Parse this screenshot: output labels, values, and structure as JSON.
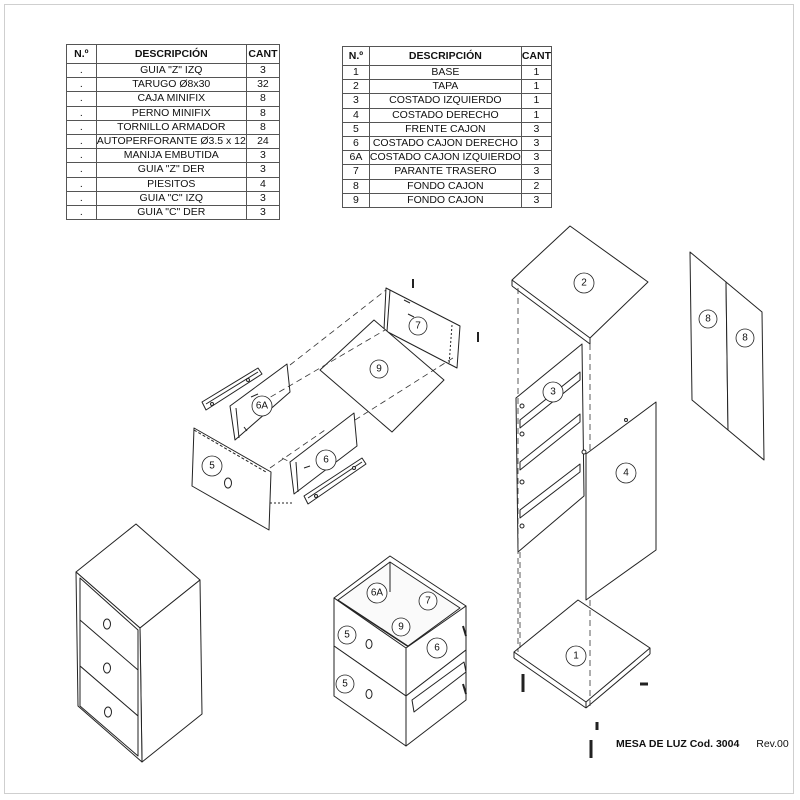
{
  "table_left": {
    "headers": [
      "N.º",
      "DESCRIPCIÓN",
      "CANT"
    ],
    "rows": [
      [
        ".",
        "GUIA \"Z\" IZQ",
        "3"
      ],
      [
        ".",
        "TARUGO Ø8x30",
        "32"
      ],
      [
        ".",
        "CAJA MINIFIX",
        "8"
      ],
      [
        ".",
        "PERNO MINIFIX",
        "8"
      ],
      [
        ".",
        "TORNILLO ARMADOR",
        "8"
      ],
      [
        ".",
        "AUTOPERFORANTE  Ø3.5 x 12",
        "24"
      ],
      [
        ".",
        "MANIJA EMBUTIDA",
        "3"
      ],
      [
        ".",
        "GUIA \"Z\" DER",
        "3"
      ],
      [
        ".",
        "PIESITOS",
        "4"
      ],
      [
        ".",
        "GUIA \"C\"  IZQ",
        "3"
      ],
      [
        ".",
        "GUIA \"C\"  DER",
        "3"
      ]
    ]
  },
  "table_right": {
    "headers": [
      "N.º",
      "DESCRIPCIÓN",
      "CANT"
    ],
    "rows": [
      [
        "1",
        "BASE",
        "1"
      ],
      [
        "2",
        "TAPA",
        "1"
      ],
      [
        "3",
        "COSTADO IZQUIERDO",
        "1"
      ],
      [
        "4",
        "COSTADO DERECHO",
        "1"
      ],
      [
        "5",
        "FRENTE CAJON",
        "3"
      ],
      [
        "6",
        "COSTADO CAJON DERECHO",
        "3"
      ],
      [
        "6A",
        "COSTADO CAJON IZQUIERDO",
        "3"
      ],
      [
        "7",
        "PARANTE TRASERO",
        "3"
      ],
      [
        "8",
        "FONDO CAJON",
        "2"
      ],
      [
        "9",
        "FONDO CAJON",
        "3"
      ]
    ]
  },
  "callouts": {
    "drawer_front": "5",
    "drawer_left_side": "6A",
    "drawer_right_side": "6",
    "drawer_back": "7",
    "drawer_bottom": "9",
    "top": "2",
    "left_side": "3",
    "right_side": "4",
    "base": "1",
    "back_left": "8",
    "back_right": "8",
    "assembled_left": "6A",
    "assembled_back": "7",
    "assembled_bottom": "9",
    "assembled_right": "6",
    "assembled_front_top": "5",
    "assembled_front_bottom": "5"
  },
  "title_block": {
    "name": "MESA DE LUZ",
    "code": "Cod. 3004",
    "revision": "Rev.00"
  }
}
